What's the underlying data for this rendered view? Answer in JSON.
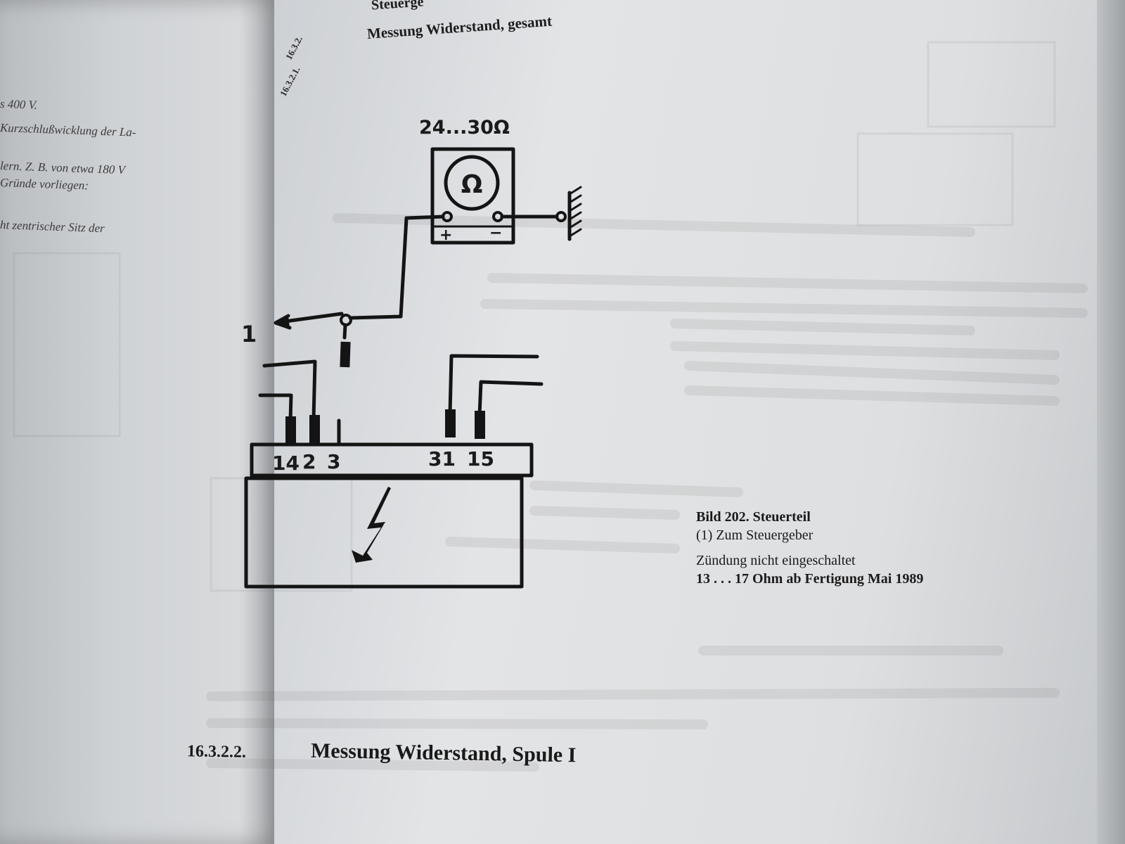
{
  "left_page": {
    "lines": [
      "s 400 V.",
      "Kurzschlußwicklung der La-",
      "lern. Z. B. von etwa 180 V",
      "Gründe vorliegen:",
      "ht zentrischer Sitz der"
    ]
  },
  "top": {
    "partial_heading": "Steuerge",
    "section_a": "16.3.2.",
    "section_b": "16.3.2.1.",
    "heading": "Messung Widerstand, gesamt"
  },
  "diagram": {
    "resistance": "24...30Ω",
    "ohm_symbol": "Ω",
    "plus": "+",
    "minus": "−",
    "pointer_label": "1",
    "terminals": [
      "14",
      "2",
      "3",
      "31",
      "15"
    ]
  },
  "caption": {
    "title": "Bild 202.  Steuerteil",
    "item1": "(1)  Zum Steuergeber",
    "line3": "Zündung nicht eingeschaltet",
    "line4": "13 . . . 17 Ohm ab Fertigung Mai 1989"
  },
  "bottom": {
    "section": "16.3.2.2.",
    "heading": "Messung Widerstand, Spule I"
  }
}
